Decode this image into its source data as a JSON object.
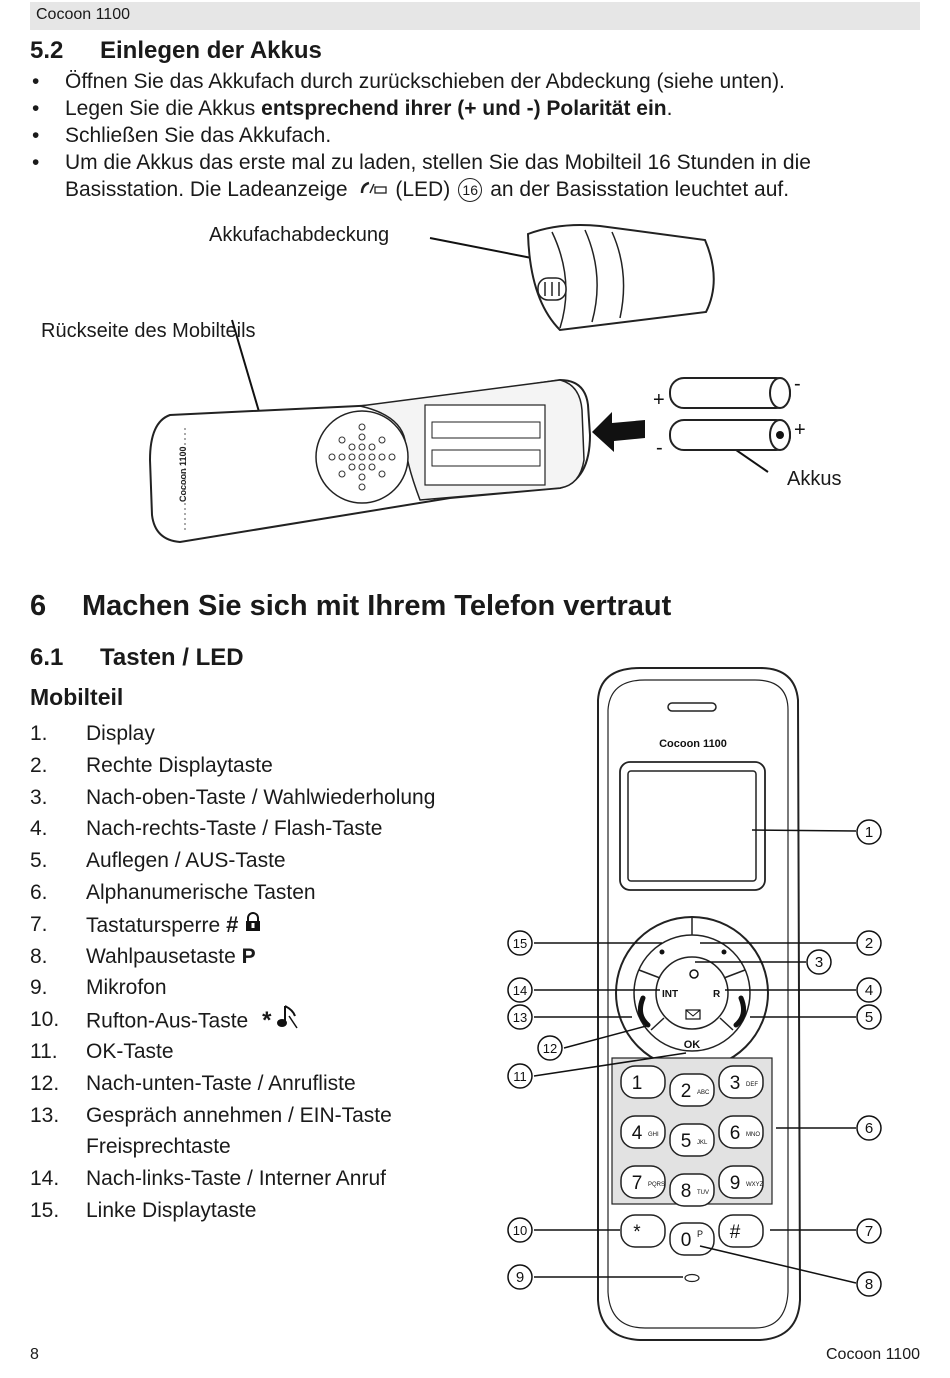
{
  "header": {
    "title": "Cocoon 1100"
  },
  "section_5_2": {
    "number": "5.2",
    "title": "Einlegen der Akkus",
    "bullets": {
      "b1": "Öffnen Sie das Akkufach durch zurückschieben der Abdeckung (siehe unten).",
      "b2_pre": "Legen Sie die Akkus ",
      "b2_bold": "entsprechend ihrer (+ und -) Polarität ein",
      "b2_post": ".",
      "b3": "Schließen Sie das Akkufach.",
      "b4_line1": "Um die Akkus das erste mal zu laden, stellen Sie das Mobilteil 16 Stunden in die",
      "b4_line2_pre": "Basisstation. Die Ladeanzeige",
      "b4_led": "(LED)",
      "b4_ref": "16",
      "b4_line2_post": "an der Basisstation leuchtet auf."
    },
    "figure": {
      "cover_label": "Akkufachabdeckung",
      "back_label": "Rückseite des Mobilteils",
      "battery_label": "Akkus",
      "handset_brand": "Cocoon 1100",
      "plus": "+",
      "minus": "-"
    }
  },
  "section_6": {
    "number": "6",
    "title": "Machen Sie sich mit Ihrem Telefon vertraut"
  },
  "section_6_1": {
    "number": "6.1",
    "title": "Tasten / LED",
    "subtitle": "Mobilteil",
    "items": [
      {
        "n": "1.",
        "text": "Display"
      },
      {
        "n": "2.",
        "text": "Rechte Displaytaste"
      },
      {
        "n": "3.",
        "text": "Nach-oben-Taste / Wahlwiederholung"
      },
      {
        "n": "4.",
        "text": "Nach-rechts-Taste / Flash-Taste"
      },
      {
        "n": "5.",
        "text": "Auflegen / AUS-Taste"
      },
      {
        "n": "6.",
        "text": "Alphanumerische Tasten"
      },
      {
        "n": "7.",
        "text": "Tastatursperre",
        "symbol": "#"
      },
      {
        "n": "8.",
        "text": "Wahlpausetaste",
        "bold": "P"
      },
      {
        "n": "9.",
        "text": "Mikrofon"
      },
      {
        "n": "10.",
        "text": "Rufton-Aus-Taste",
        "symbol": "*"
      },
      {
        "n": "11.",
        "text": "OK-Taste"
      },
      {
        "n": "12.",
        "text": "Nach-unten-Taste / Anrufliste"
      },
      {
        "n": "13.",
        "text": "Gespräch annehmen / EIN-Taste",
        "cont": "Freisprechtaste"
      },
      {
        "n": "14.",
        "text": "Nach-links-Taste / Interner Anruf"
      },
      {
        "n": "15.",
        "text": "Linke Displaytaste"
      }
    ],
    "phone": {
      "brand": "Cocoon 1100",
      "int_label": "INT",
      "r_label": "R",
      "ok_label": "OK",
      "keys": [
        {
          "digit": "1",
          "letters": ""
        },
        {
          "digit": "2",
          "letters": "ABC"
        },
        {
          "digit": "3",
          "letters": "DEF"
        },
        {
          "digit": "4",
          "letters": "GHI"
        },
        {
          "digit": "5",
          "letters": "JKL"
        },
        {
          "digit": "6",
          "letters": "MNO"
        },
        {
          "digit": "7",
          "letters": "PQRS"
        },
        {
          "digit": "8",
          "letters": "TUV"
        },
        {
          "digit": "9",
          "letters": "WXYZ"
        },
        {
          "digit": "*",
          "letters": ""
        },
        {
          "digit": "0",
          "letters": "P"
        },
        {
          "digit": "#",
          "letters": ""
        }
      ],
      "callouts": [
        "1",
        "2",
        "3",
        "4",
        "5",
        "6",
        "7",
        "8",
        "9",
        "10",
        "11",
        "12",
        "13",
        "14",
        "15"
      ]
    }
  },
  "footer": {
    "page": "8",
    "model": "Cocoon 1100"
  }
}
